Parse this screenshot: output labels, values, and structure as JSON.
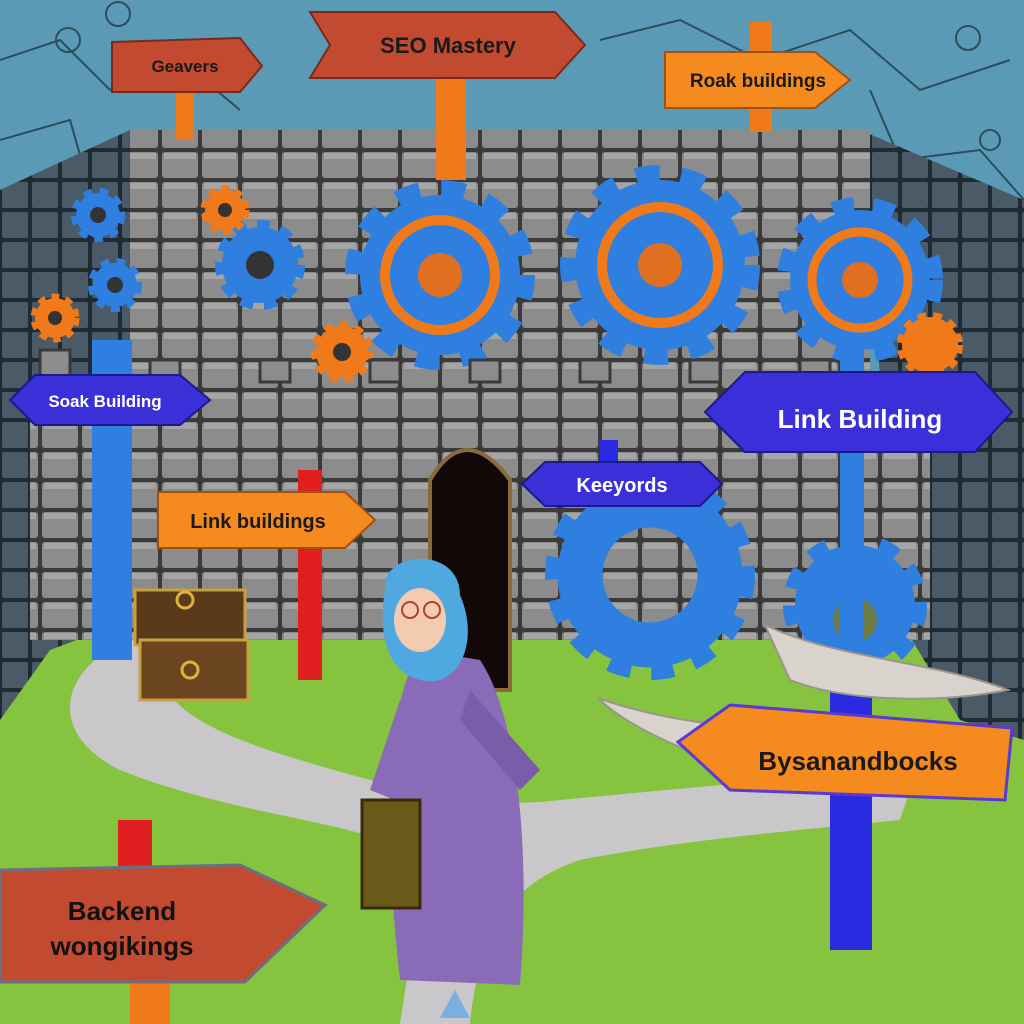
{
  "signs": {
    "geavers": "Geavers",
    "seo_mastery": "SEO Mastery",
    "roak_buildings": "Roak buildings",
    "soak_building": "Soak Building",
    "link_building": "Link Building",
    "link_buildings": "Link buildings",
    "keeyords": "Keeyords",
    "bysanandbocks": "Bysanandbocks",
    "backend_line1": "Backend",
    "backend_line2": "wongikings"
  },
  "colors": {
    "sky": "#5b9ab5",
    "wall": "#6e6e6e",
    "grass": "#86c440",
    "gear_blue": "#2f7fe0",
    "gear_orange": "#f07a1a",
    "sign_orange": "#f58a1f",
    "sign_blue": "#3a2fd8",
    "sign_red": "#c24a30",
    "robe": "#8a6bb8",
    "hijab": "#4fa8e0"
  }
}
